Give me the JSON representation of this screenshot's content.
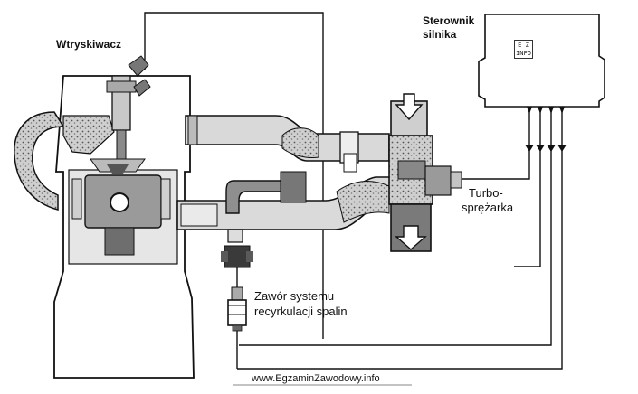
{
  "labels": {
    "injector": "Wtryskiwacz",
    "ecu_line1": "Sterownik",
    "ecu_line2": "silnika",
    "turbo_line1": "Turbo-",
    "turbo_line2": "sprężarka",
    "egr_line1": "Zawór systemu",
    "egr_line2": "recyrkulacji spalin"
  },
  "watermark": "www.EgzaminZawodowy.info",
  "logo_text": "E Z INFO",
  "colors": {
    "ink": "#111111",
    "shade": "#7a7a7a",
    "light": "#d9d9d9",
    "paper": "#ffffff"
  }
}
